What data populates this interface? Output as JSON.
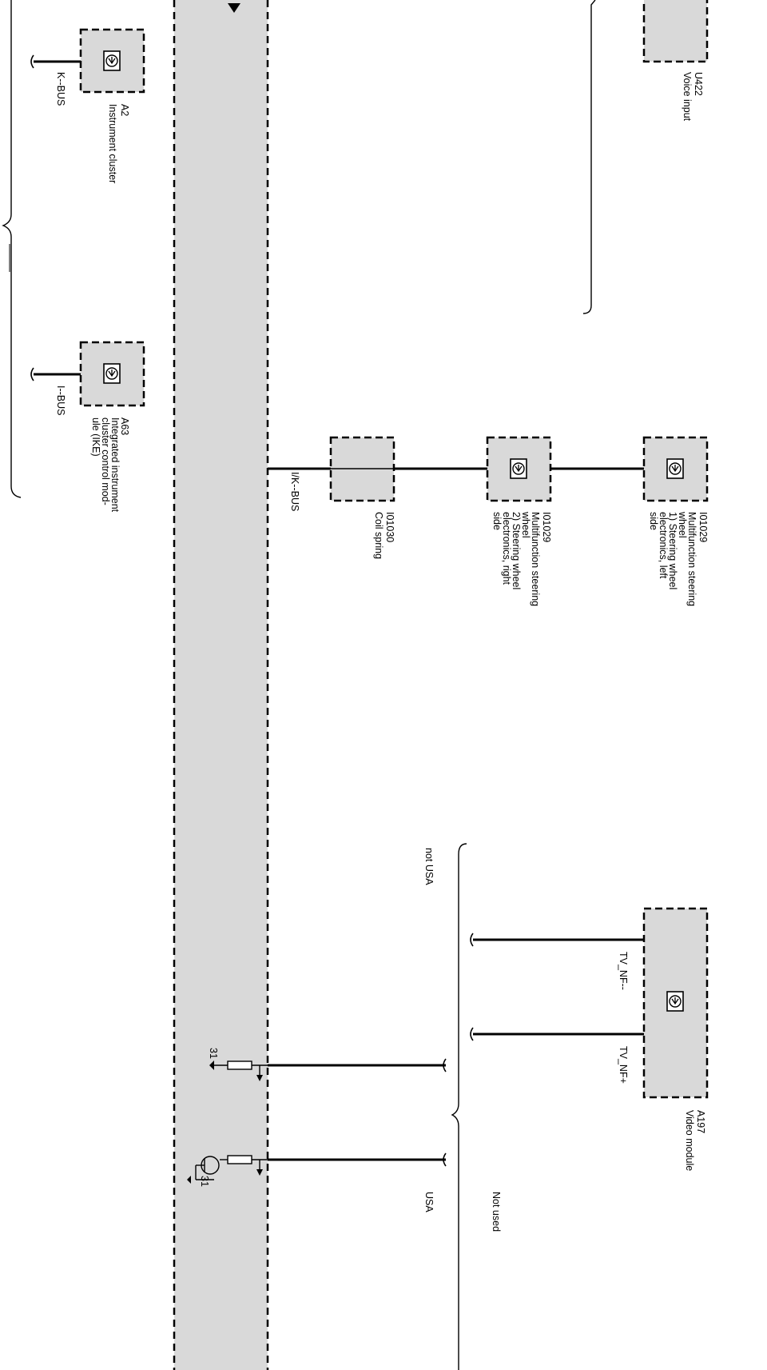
{
  "components": {
    "a2": {
      "code": "A2",
      "name": "Instrument cluster"
    },
    "a63": {
      "code": "A63",
      "name_lines": [
        "Integrated instrument",
        "cluster control mod-",
        "ule (IKE)"
      ]
    },
    "u422": {
      "code": "U422",
      "name": "Voice input"
    },
    "i01029_left": {
      "code": "I01029",
      "name_lines": [
        "Multifunction steering",
        "wheel",
        "1) Steering wheel",
        "electronics, left",
        "side"
      ]
    },
    "i01029_right": {
      "code": "I01029",
      "name_lines": [
        "Multifunction steering",
        "wheel",
        "2) Steering wheel",
        "electronics, right",
        "side"
      ]
    },
    "i01030": {
      "code": "I01030",
      "name": "Coil spring"
    },
    "a197": {
      "code": "A197",
      "name": "Video module"
    }
  },
  "buses": {
    "k_bus": "K--BUS",
    "i_bus": "I--BUS",
    "ik_bus": "I/K--BUS"
  },
  "signals": {
    "tv_nf_minus": "TV_NF--",
    "tv_nf_plus": "TV_NF+"
  },
  "annotations": {
    "not_usa": "not USA",
    "usa": "USA",
    "not_used": "Not used",
    "ground_31_a": "31",
    "ground_31_b": "31"
  },
  "colors": {
    "module_fill": "#d9d9d9",
    "wire": "#000000"
  }
}
